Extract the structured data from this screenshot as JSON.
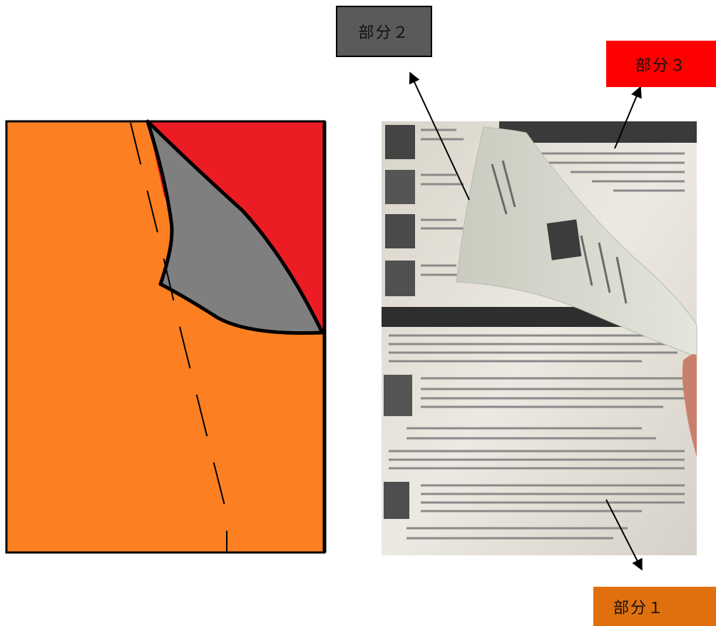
{
  "labels": {
    "part2": "部分２",
    "part3": "部分３",
    "part1": "部分１"
  },
  "colors": {
    "orange": "#fc7f22",
    "red": "#ec1c24",
    "gray": "#7f7f7f",
    "label2_bg": "#5a5a5a",
    "label3_bg": "#ff0000",
    "label1_bg": "#e0700e"
  }
}
